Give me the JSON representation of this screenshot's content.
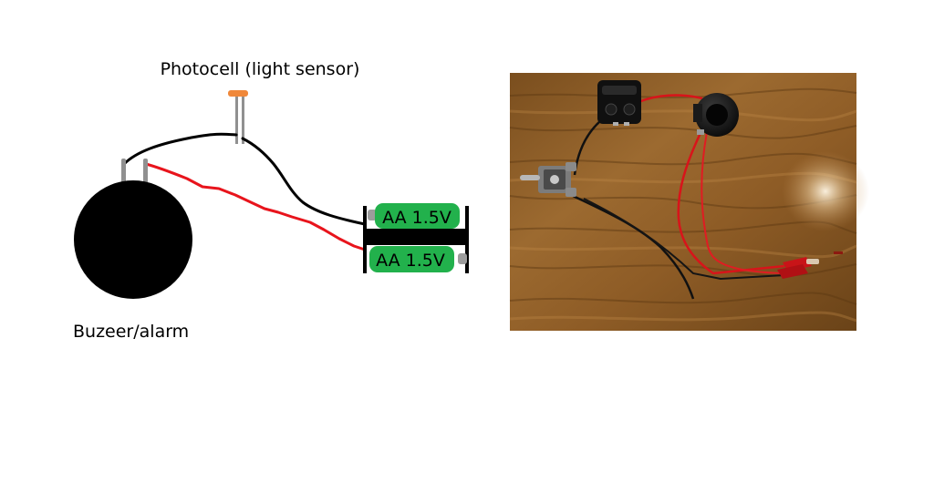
{
  "diagram": {
    "photocell_label": "Photocell (light sensor)",
    "buzzer_label": "Buzeer/alarm",
    "battery_top_label": "AA 1.5V",
    "battery_bottom_label": "AA 1.5V"
  },
  "colors": {
    "battery_fill": "#22b14c",
    "battery_terminal": "#9c9c9c",
    "wire_red": "#e8141c",
    "wire_black": "#000000",
    "photocell_cap": "#f0883a",
    "photocell_leads": "#909090",
    "buzzer_body": "#000000",
    "wood_base": "#8a5a24",
    "wood_light": "#b07a3a",
    "wood_dark": "#5e3a14"
  }
}
